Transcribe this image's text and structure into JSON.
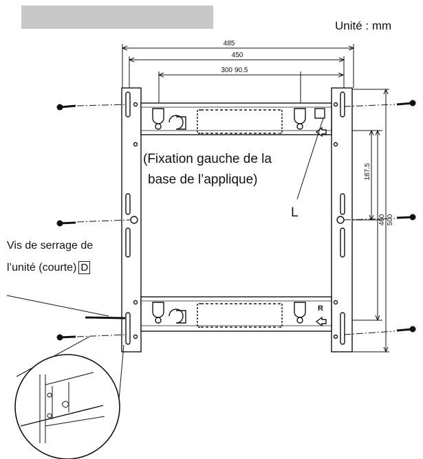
{
  "unit_label": "Unité : mm",
  "dimensions": {
    "w485": "485",
    "w450": "450",
    "w300": "300",
    "w90": "90.5",
    "h187": "187.5",
    "h400": "400",
    "h500": "500"
  },
  "callout_left_mount": [
    "(Fixation gauche de la",
    "base de l’applique)"
  ],
  "callout_L": "L",
  "callout_R": "R",
  "callout_screw": [
    "Vis de serrage de",
    "l’unité (courte)"
  ],
  "callout_screw_code": "D",
  "colors": {
    "line": "#111111",
    "title_bar": "#c8c8c8",
    "background": "#ffffff"
  }
}
